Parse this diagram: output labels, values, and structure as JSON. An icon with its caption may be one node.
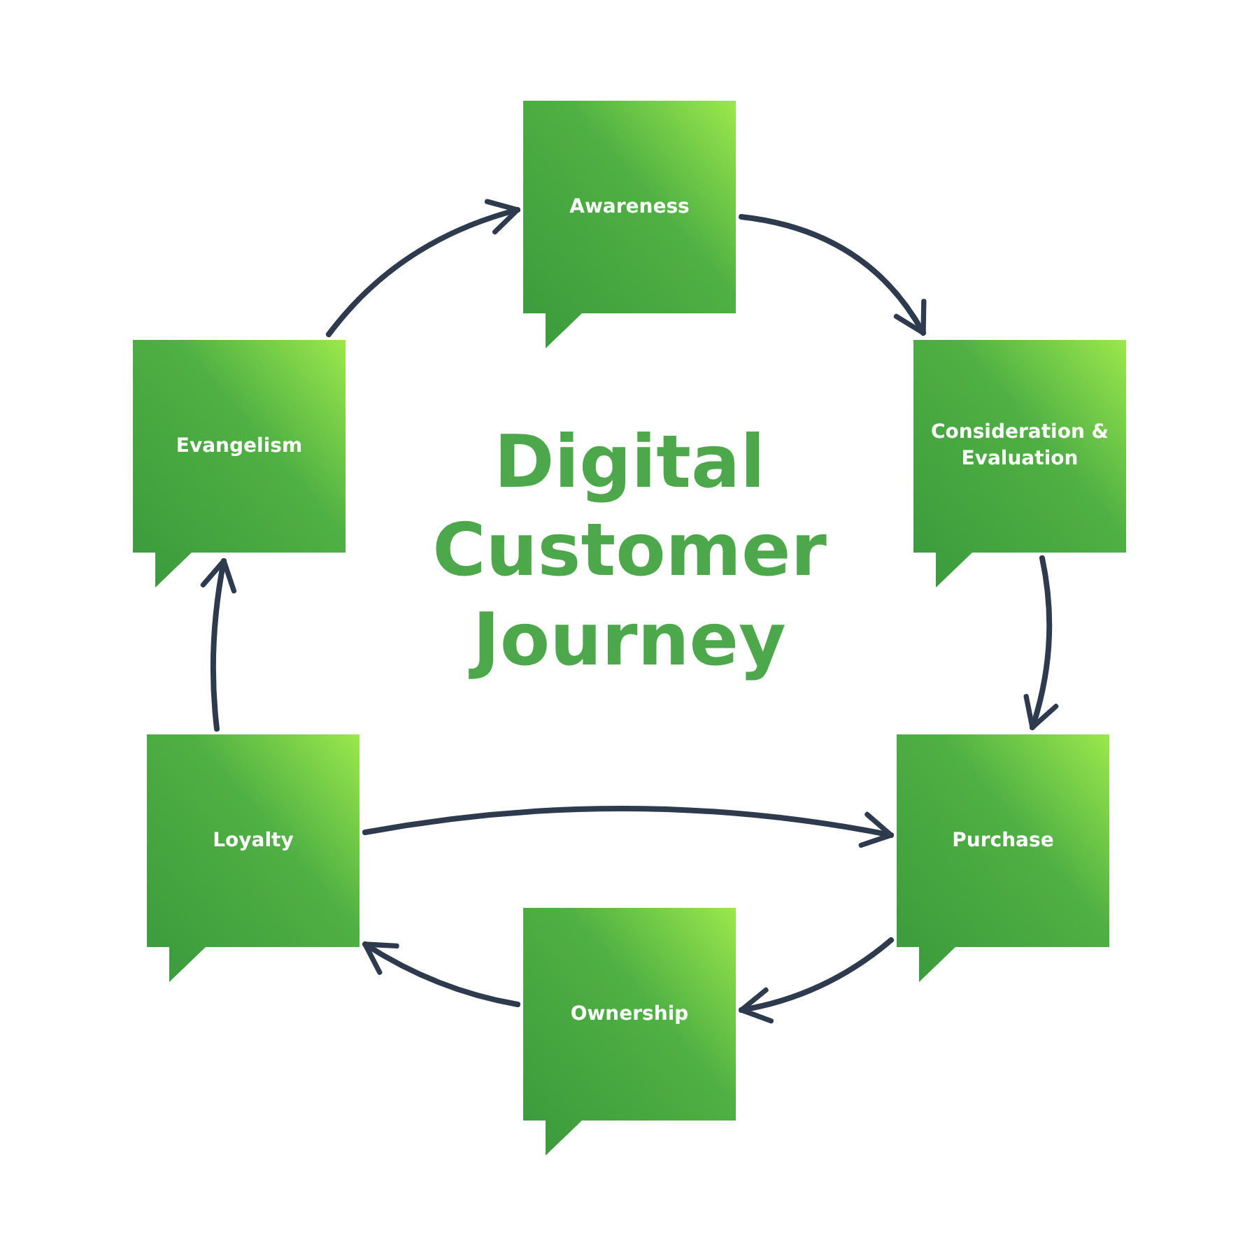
{
  "diagram": {
    "title": "Digital Customer Journey",
    "nodes": [
      {
        "text": [
          "Awareness"
        ]
      },
      {
        "text": [
          "Consideration & Evaluation"
        ]
      },
      {
        "text": [
          "Purchase"
        ]
      },
      {
        "text": [
          "Ownership"
        ]
      },
      {
        "text": [
          "Loyalty"
        ]
      },
      {
        "text": [
          "Evangelism"
        ]
      }
    ],
    "edges": [
      {
        "from": 0,
        "to": 1,
        "arrow": "to"
      },
      {
        "from": 1,
        "to": 2,
        "arrow": "to"
      },
      {
        "from": 2,
        "to": 3,
        "arrow": "to"
      },
      {
        "from": 3,
        "to": 4,
        "arrow": "to"
      },
      {
        "from": 4,
        "to": 2,
        "arrow": "to"
      },
      {
        "from": 4,
        "to": 5,
        "arrow": "to"
      },
      {
        "from": 5,
        "to": 0,
        "arrow": "to"
      }
    ]
  }
}
